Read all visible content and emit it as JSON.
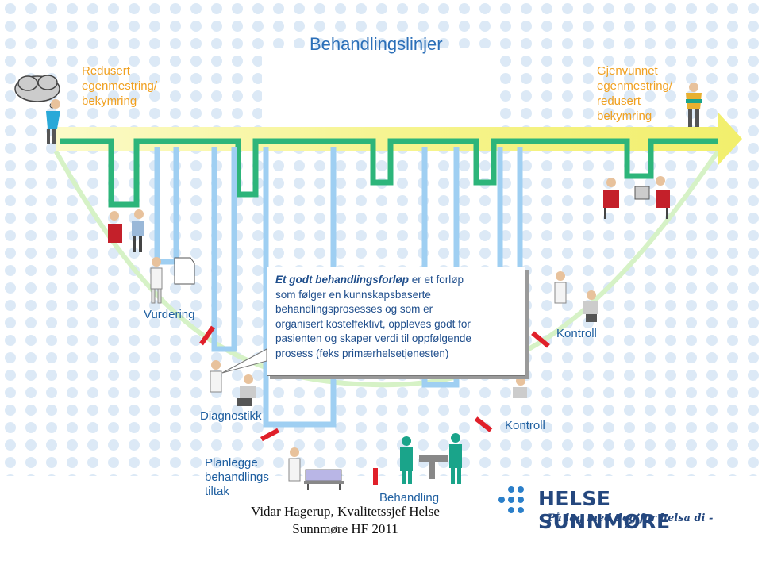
{
  "title": "Behandlingslinjer",
  "left_label": [
    "Redusert",
    "egenmestring/",
    "bekymring"
  ],
  "right_label": [
    "Gjenvunnet",
    "egenmestring/",
    "redusert",
    "bekymring"
  ],
  "stages": {
    "vurdering": "Vurdering",
    "kontroll_upper": "Kontroll",
    "diagnostikk": "Diagnostikk",
    "kontroll_lower": "Kontroll",
    "planlegge": [
      "Planlegge",
      "behandlings",
      "tiltak"
    ],
    "behandling": "Behandling"
  },
  "callout": {
    "lead": "Et godt behandlingsforløp",
    "line1_rest": " er et forløp",
    "lines": [
      "som følger en kunnskapsbaserte",
      "behandlingsprosesses og som er",
      "organisert  kosteffektivt, oppleves godt for",
      "pasienten og skaper verdi til oppfølgende",
      "prosess (feks primærhelsetjenesten)"
    ]
  },
  "author": [
    "Vidar Hagerup, Kvalitetssjef Helse",
    "Sunnmøre HF 2011"
  ],
  "logo": {
    "name": "HELSE SUNNMØRE",
    "slogan": "- På lag med deg for helsa di -"
  },
  "icons": [
    "thought-cloud-icon",
    "worried-patient-icon",
    "recovered-patient-icon",
    "consultation-icon",
    "doctor-document-icon",
    "doctor-patient-icon",
    "surgery-team-icon",
    "patient-bed-icon",
    "logo-dots-icon"
  ],
  "colors": {
    "arrow": "#f4f28a",
    "track_green": "#2db57a",
    "track_blue": "#9fcff2",
    "marker_red": "#e0202a",
    "dots": "#dce9f6",
    "text_blue": "#2b7fc9",
    "orange": "#f0a020",
    "navy": "#24477e"
  }
}
